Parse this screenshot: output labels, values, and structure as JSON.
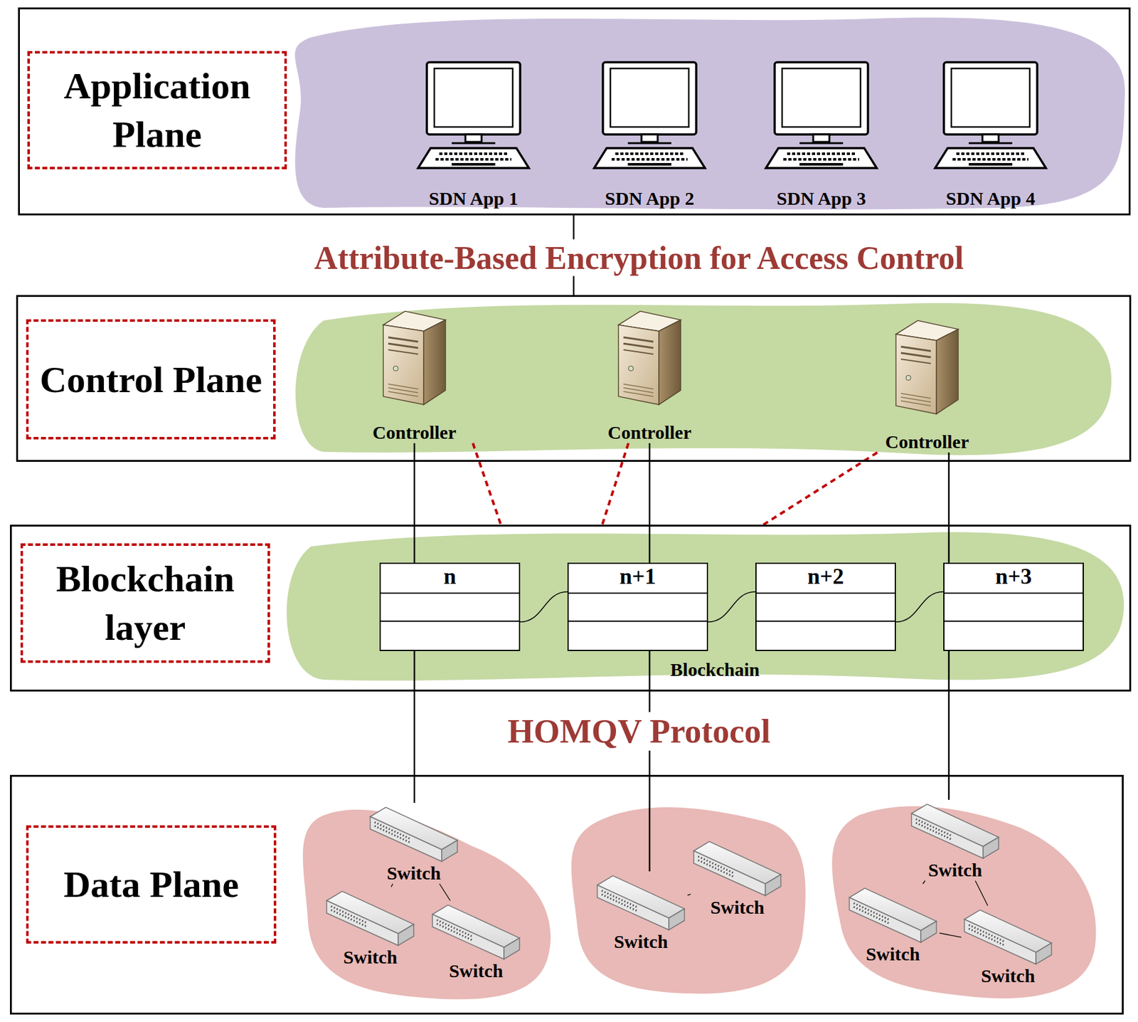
{
  "diagram": {
    "nodes": [
      {
        "text": [
          "Application Plane"
        ]
      },
      {
        "text": [
          "SDN App 1"
        ],
        "in": 0
      },
      {
        "text": [
          "SDN App 2"
        ],
        "in": 0
      },
      {
        "text": [
          "SDN App 3"
        ],
        "in": 0
      },
      {
        "text": [
          "SDN App 4"
        ],
        "in": 0
      },
      {
        "text": [
          "Control Plane"
        ]
      },
      {
        "text": [
          "Controller"
        ],
        "in": 5
      },
      {
        "text": [
          "Controller"
        ],
        "in": 5
      },
      {
        "text": [
          "Controller"
        ],
        "in": 5
      },
      {
        "text": [
          "Blockchain layer"
        ]
      },
      {
        "text": [
          "n"
        ],
        "in": 9
      },
      {
        "text": [
          "n+1"
        ],
        "in": 9
      },
      {
        "text": [
          "n+2"
        ],
        "in": 9
      },
      {
        "text": [
          "n+3"
        ],
        "in": 9
      },
      {
        "text": [
          "Data Plane"
        ]
      },
      {
        "text": [
          "Switch"
        ],
        "in": 14
      },
      {
        "text": [
          "Switch"
        ],
        "in": 14
      },
      {
        "text": [
          "Switch"
        ],
        "in": 14
      },
      {
        "text": [
          "Switch"
        ],
        "in": 14
      },
      {
        "text": [
          "Switch"
        ],
        "in": 14
      },
      {
        "text": [
          "Switch"
        ],
        "in": 14
      },
      {
        "text": [
          "Switch"
        ],
        "in": 14
      },
      {
        "text": [
          "Switch"
        ],
        "in": 14
      }
    ],
    "edges": [
      {
        "from": 0,
        "to": 5,
        "arrow": "none"
      },
      {
        "from": 6,
        "to": 10,
        "arrow": "none"
      },
      {
        "from": 7,
        "to": 11,
        "arrow": "none"
      },
      {
        "from": 8,
        "to": 13,
        "arrow": "none"
      },
      {
        "from": 6,
        "to": 9,
        "arrow": "none"
      },
      {
        "from": 7,
        "to": 9,
        "arrow": "none"
      },
      {
        "from": 8,
        "to": 9,
        "arrow": "none"
      },
      {
        "from": 10,
        "to": 11,
        "arrow": "none"
      },
      {
        "from": 11,
        "to": 12,
        "arrow": "none"
      },
      {
        "from": 12,
        "to": 13,
        "arrow": "none"
      },
      {
        "from": 10,
        "to": 15,
        "arrow": "none"
      },
      {
        "from": 11,
        "to": 18,
        "arrow": "none"
      },
      {
        "from": 13,
        "to": 20,
        "arrow": "none"
      },
      {
        "from": 15,
        "to": 16,
        "arrow": "none"
      },
      {
        "from": 15,
        "to": 17,
        "arrow": "none"
      },
      {
        "from": 18,
        "to": 19,
        "arrow": "none"
      },
      {
        "from": 20,
        "to": 21,
        "arrow": "none"
      },
      {
        "from": 20,
        "to": 22,
        "arrow": "none"
      },
      {
        "from": 21,
        "to": 22,
        "arrow": "none"
      }
    ],
    "labels": [
      "Attribute-Based Encryption for Access Control",
      "HOMQV Protocol",
      "Blockchain"
    ]
  }
}
